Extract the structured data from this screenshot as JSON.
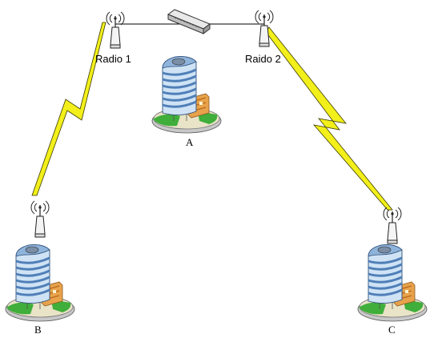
{
  "labels": {
    "radio1": "Radio 1",
    "radio2": "Raido 2",
    "site_a": "A",
    "site_b": "B",
    "site_c": "C"
  },
  "colors": {
    "lightning": "#f2ef1a",
    "link_line": "#000000",
    "building_blue": "#4f7fb8",
    "building_glass": "#cfe3f5",
    "lawn": "#3fae3a",
    "annex": "#e8a24b"
  },
  "icons": {
    "radio": "radio-tower-icon",
    "building": "office-building-icon",
    "switch": "network-switch-icon"
  }
}
